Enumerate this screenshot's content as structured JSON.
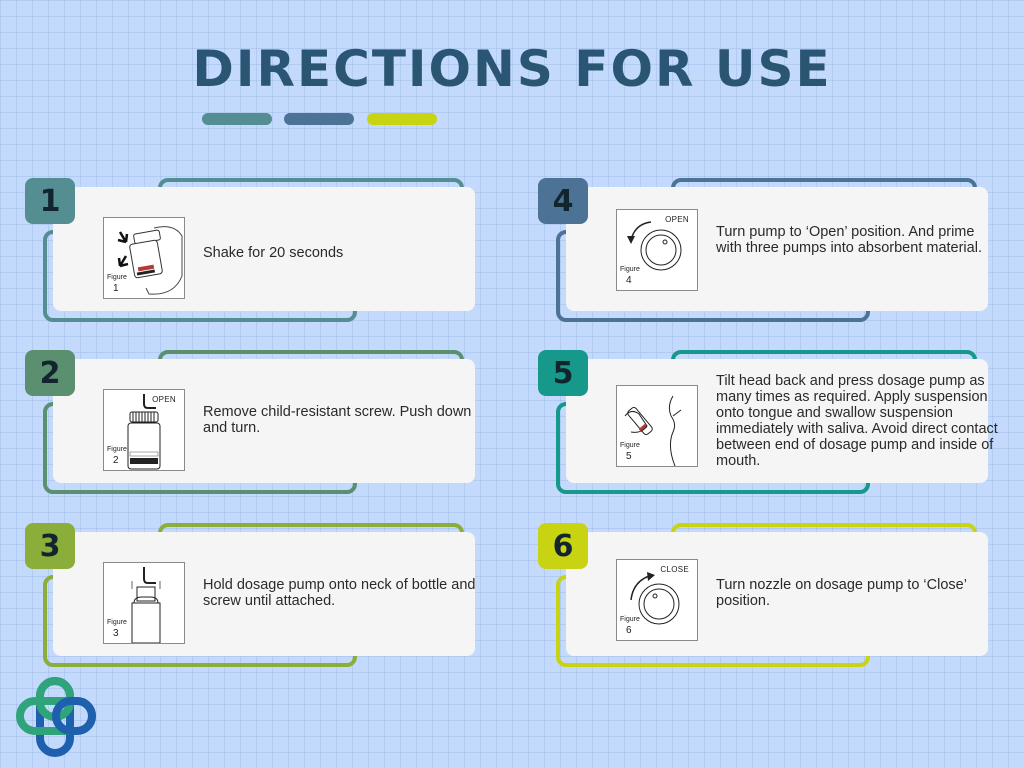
{
  "title": "DIRECTIONS FOR USE",
  "colors": {
    "background": "#c3dafd",
    "title": "#2b5673",
    "dash_1": "#548e93",
    "dash_2": "#4c7396",
    "dash_3": "#c8d312",
    "step_1": "#548e93",
    "step_2": "#5a8f70",
    "step_3": "#8bae3a",
    "step_4": "#4c7396",
    "step_5": "#16998b",
    "step_6": "#c8d312"
  },
  "figure_word": "Figure",
  "steps": [
    {
      "number": "1",
      "figure_number": "1",
      "figure_tag": "",
      "text": "Shake for 20 seconds"
    },
    {
      "number": "2",
      "figure_number": "2",
      "figure_tag": "OPEN",
      "text": "Remove child-resistant screw. Push down and turn."
    },
    {
      "number": "3",
      "figure_number": "3",
      "figure_tag": "",
      "text": "Hold dosage pump onto neck of bottle and screw until attached."
    },
    {
      "number": "4",
      "figure_number": "4",
      "figure_tag": "OPEN",
      "text": "Turn pump to ‘Open’ position. And prime with three pumps into absorbent material."
    },
    {
      "number": "5",
      "figure_number": "5",
      "figure_tag": "",
      "text": "Tilt head back and press dosage pump as many times as required. Apply suspension onto tongue and swallow suspension immediately with saliva. Avoid direct contact between end of dosage pump and inside of mouth."
    },
    {
      "number": "6",
      "figure_number": "6",
      "figure_tag": "CLOSE",
      "text": "Turn nozzle on dosage pump to ‘Close’ position."
    }
  ],
  "icons": {
    "logo": "medical-cross-logo-icon",
    "figure_1": "shake-bottle-icon",
    "figure_2": "open-bottle-icon",
    "figure_3": "attach-pump-icon",
    "figure_4": "dial-open-icon",
    "figure_5": "tilt-head-dose-icon",
    "figure_6": "dial-close-icon"
  }
}
